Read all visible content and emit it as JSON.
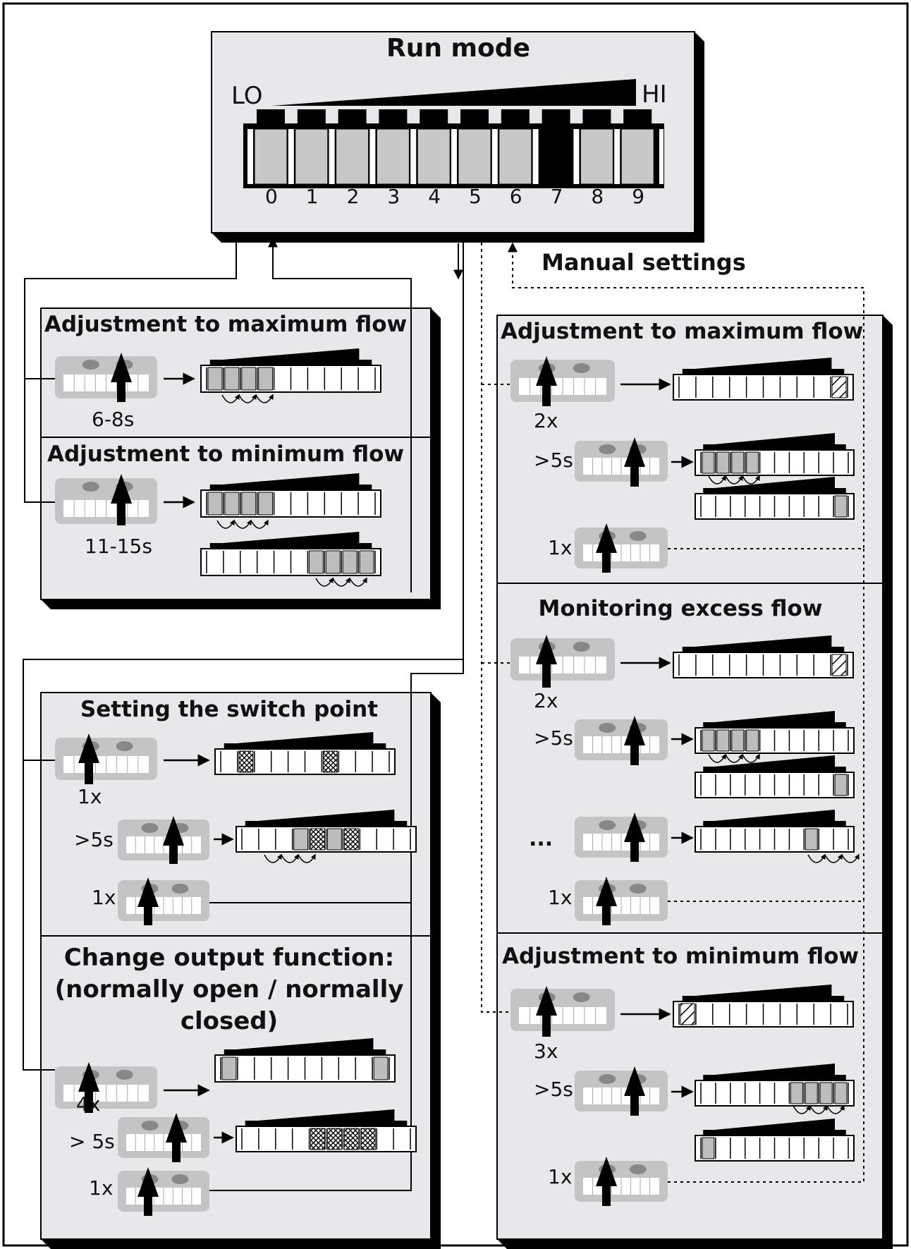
{
  "run_mode": {
    "title": "Run mode",
    "lo": "LO",
    "hi": "HI",
    "scale": [
      "0",
      "1",
      "2",
      "3",
      "4",
      "5",
      "6",
      "7",
      "8",
      "9"
    ]
  },
  "manual_settings": "Manual settings",
  "left_top": {
    "max_title": "Adjustment to maximum flow",
    "max_time": "6-8s",
    "min_title": "Adjustment to minimum flow",
    "min_time": "11-15s"
  },
  "left_bottom": {
    "switch_title": "Setting the switch point",
    "switch_step1": "1x",
    "switch_step2": ">5s",
    "switch_step3": "1x",
    "output_title_1": "Change output function:",
    "output_title_2": "(normally open / normally",
    "output_title_3": "closed)",
    "output_step1": "4x",
    "output_step2": "> 5s",
    "output_step3": "1x"
  },
  "right": {
    "max_title": "Adjustment to maximum flow",
    "max_step1": "2x",
    "max_step2": ">5s",
    "max_step3": "1x",
    "excess_title": "Monitoring excess flow",
    "excess_step1": "2x",
    "excess_step2": ">5s",
    "excess_step3": "...",
    "excess_step4": "1x",
    "min_title": "Adjustment to minimum flow",
    "min_step1": "3x",
    "min_step2": ">5s",
    "min_step3": "1x"
  }
}
